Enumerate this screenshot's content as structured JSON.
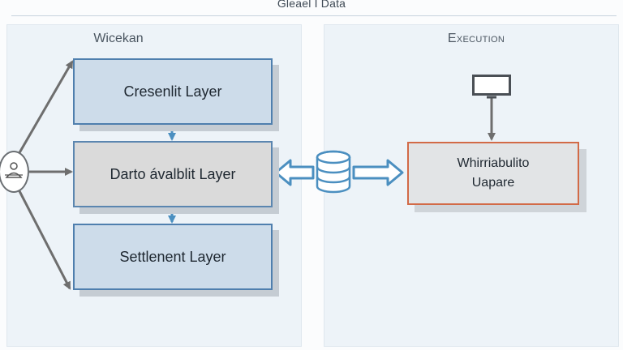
{
  "header": {
    "title": "Gleael I Data"
  },
  "left_panel": {
    "title": "Wicekan",
    "layers": [
      {
        "label": "Cresenlit Layer"
      },
      {
        "label": "Darto ávalblit Layer"
      },
      {
        "label": "Settlenent Layer"
      }
    ]
  },
  "right_panel": {
    "title": "Execution",
    "box_line1": "Whirriabulito",
    "box_line2": "Uapare"
  },
  "icons": {
    "user": "user-icon",
    "database": "database-icon",
    "monitor": "monitor-icon"
  },
  "colors": {
    "layer_border": "#4f7fae",
    "layer_fill_blue": "#cddcea",
    "layer_fill_grey": "#dadada",
    "execution_border": "#d26a47",
    "arrow_blue": "#4b8fc0",
    "arrow_grey": "#6e6e6e"
  }
}
